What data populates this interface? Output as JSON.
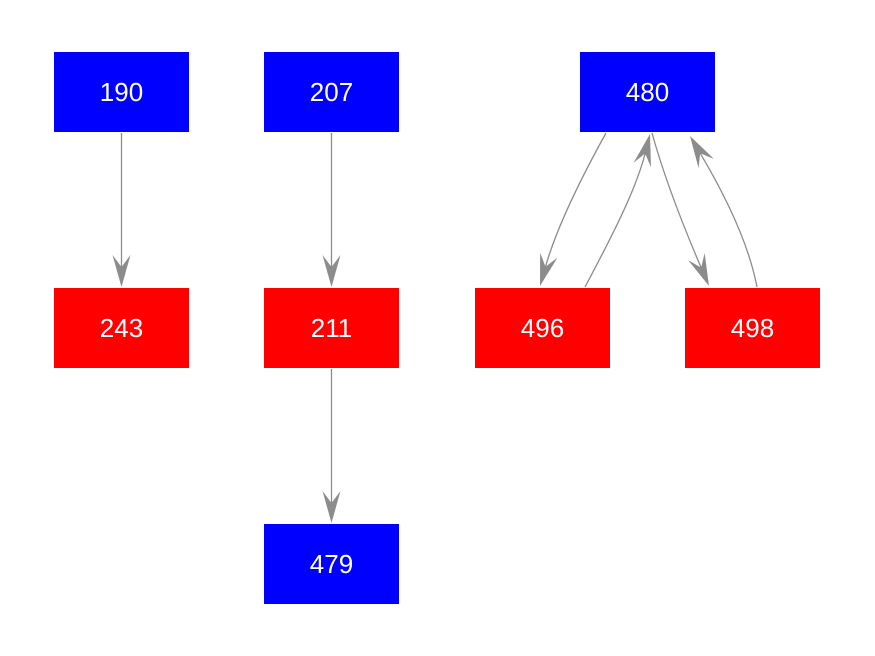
{
  "colors": {
    "blue": "#0000ff",
    "red": "#ff0000",
    "edge": "#8c8c8c",
    "label": "#ffffff"
  },
  "nodes": [
    {
      "id": "190",
      "label": "190",
      "color": "blue"
    },
    {
      "id": "243",
      "label": "243",
      "color": "red"
    },
    {
      "id": "207",
      "label": "207",
      "color": "blue"
    },
    {
      "id": "211",
      "label": "211",
      "color": "red"
    },
    {
      "id": "479",
      "label": "479",
      "color": "blue"
    },
    {
      "id": "480",
      "label": "480",
      "color": "blue"
    },
    {
      "id": "496",
      "label": "496",
      "color": "red"
    },
    {
      "id": "498",
      "label": "498",
      "color": "red"
    }
  ],
  "edges": [
    {
      "from": "190",
      "to": "243"
    },
    {
      "from": "207",
      "to": "211"
    },
    {
      "from": "211",
      "to": "479"
    },
    {
      "from": "480",
      "to": "496"
    },
    {
      "from": "496",
      "to": "480"
    },
    {
      "from": "480",
      "to": "498"
    },
    {
      "from": "498",
      "to": "480"
    }
  ]
}
